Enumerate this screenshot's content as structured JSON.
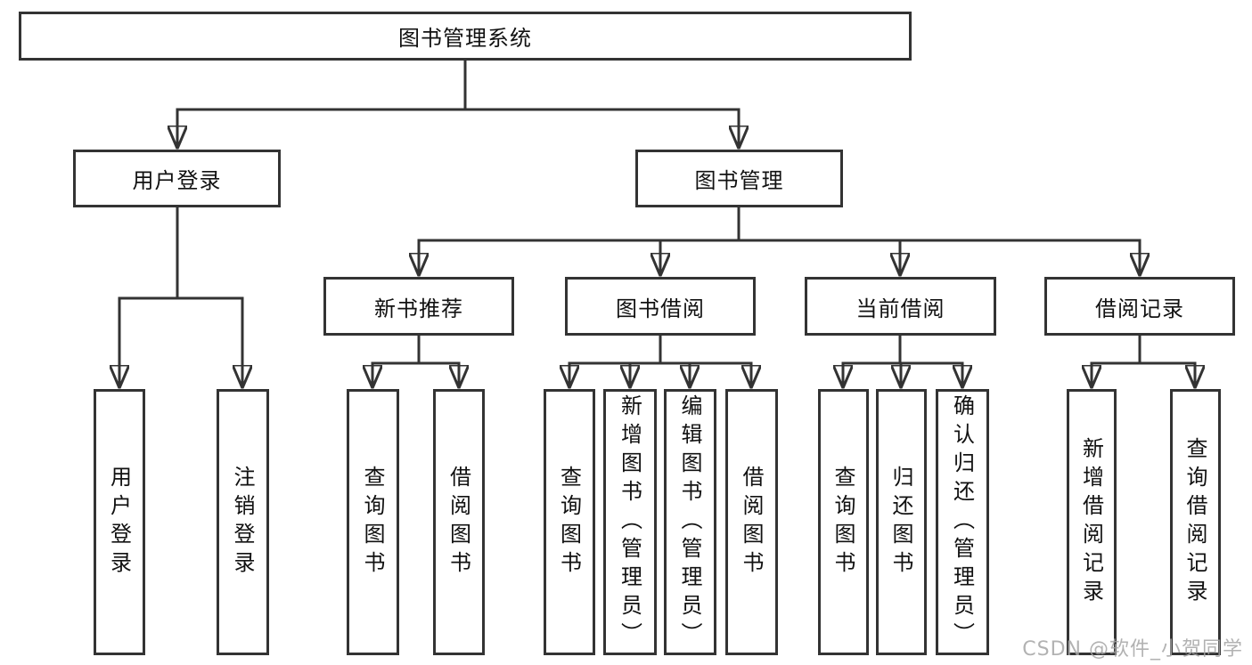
{
  "tree": {
    "label": "图书管理系统",
    "children": [
      {
        "label": "用户登录",
        "children": [
          {
            "label": "用户登录"
          },
          {
            "label": "注销登录"
          }
        ]
      },
      {
        "label": "图书管理",
        "children": [
          {
            "label": "新书推荐",
            "children": [
              {
                "label": "查询图书"
              },
              {
                "label": "借阅图书"
              }
            ]
          },
          {
            "label": "图书借阅",
            "children": [
              {
                "label": "查询图书"
              },
              {
                "label": "新增图书（管理员）"
              },
              {
                "label": "编辑图书（管理员）"
              },
              {
                "label": "借阅图书"
              }
            ]
          },
          {
            "label": "当前借阅",
            "children": [
              {
                "label": "查询图书"
              },
              {
                "label": "归还图书"
              },
              {
                "label": "确认归还（管理员）"
              }
            ]
          },
          {
            "label": "借阅记录",
            "children": [
              {
                "label": "新增借阅记录"
              },
              {
                "label": "查询借阅记录"
              }
            ]
          }
        ]
      }
    ]
  },
  "watermark": "CSDN @软件_小贺同学",
  "colors": {
    "line": "#333333",
    "box_border": "#333333",
    "text": "#111111",
    "watermark": "#a4a4a4",
    "background": "#ffffff"
  }
}
